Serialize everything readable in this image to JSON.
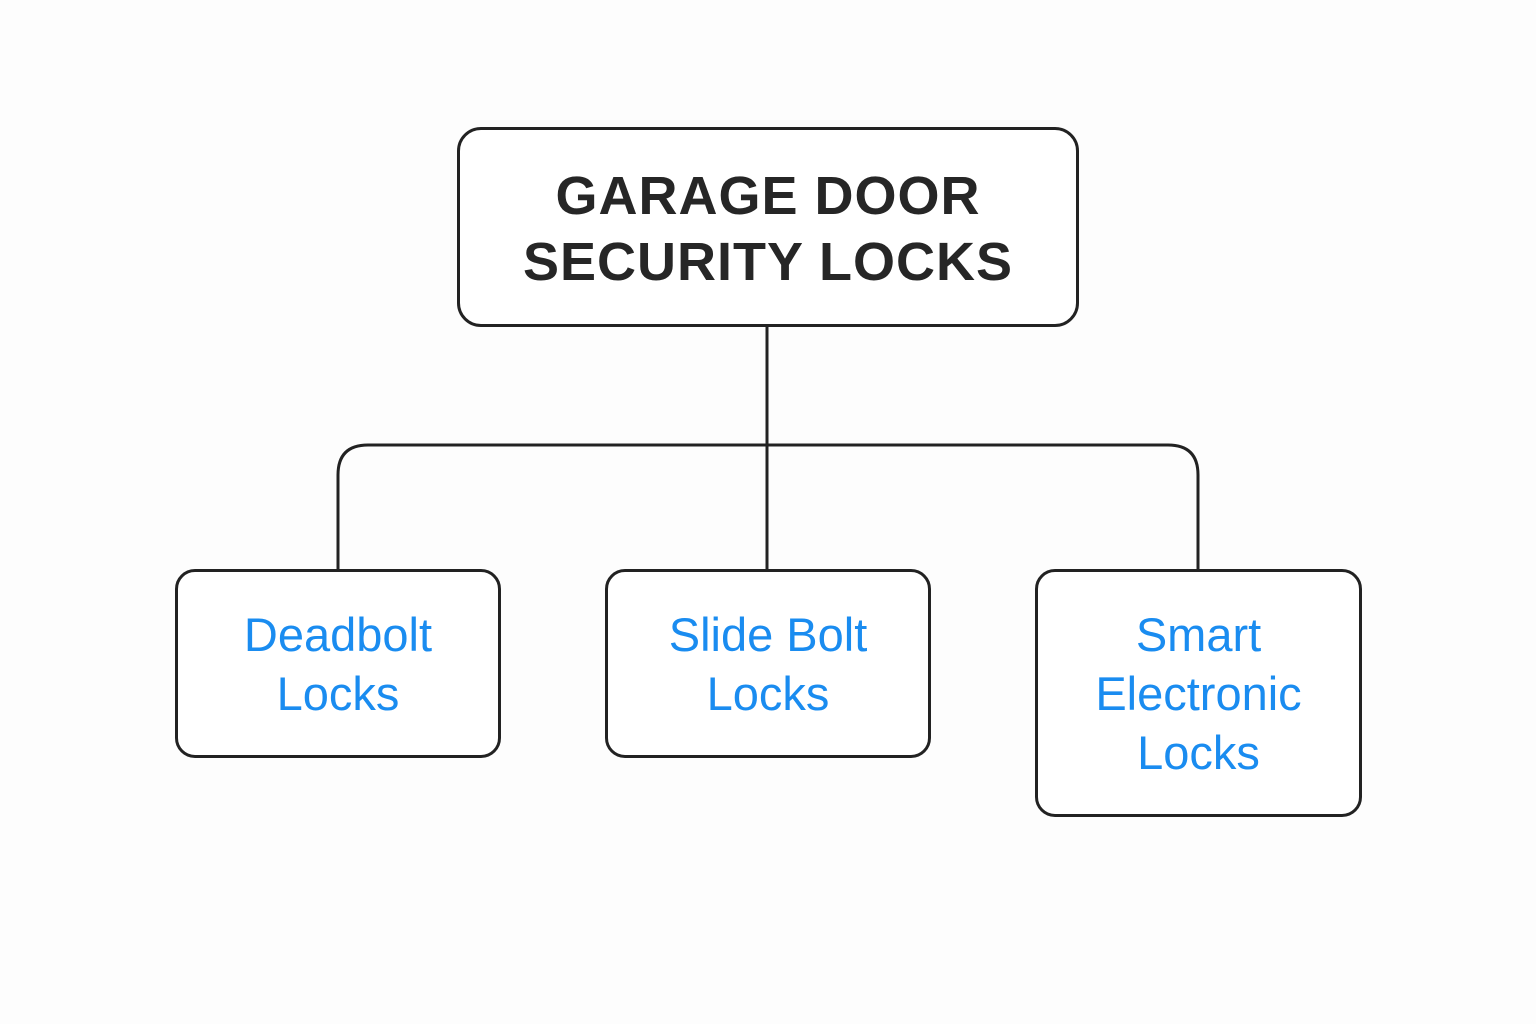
{
  "root": {
    "lines": [
      "GARAGE DOOR",
      "SECURITY LOCKS"
    ]
  },
  "children": [
    {
      "lines": [
        "Deadbolt",
        "Locks"
      ]
    },
    {
      "lines": [
        "Slide Bolt",
        "Locks"
      ]
    },
    {
      "lines": [
        "Smart",
        "Electronic",
        "Locks"
      ]
    }
  ],
  "colors": {
    "child_text": "#1a8cf0",
    "root_text": "#262626",
    "border": "#222222"
  }
}
